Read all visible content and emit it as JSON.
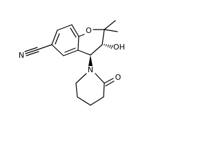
{
  "atoms": {
    "ring_oxygen": "O",
    "hydroxyl": "OH",
    "nitrile_nitrogen": "N",
    "lactam_nitrogen": "N",
    "carbonyl_oxygen": "O"
  }
}
